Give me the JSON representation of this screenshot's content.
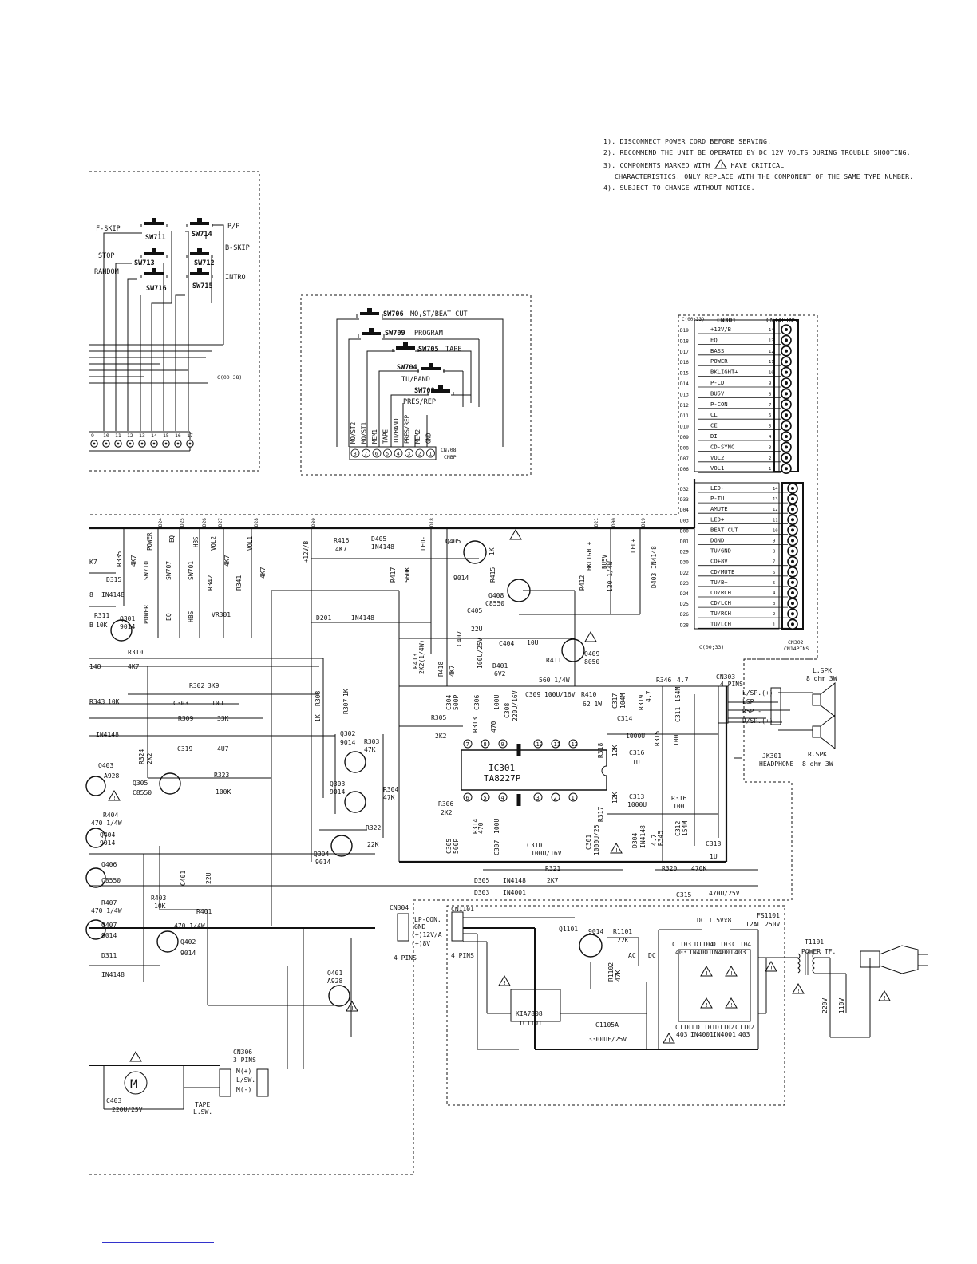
{
  "notes": [
    "1). DISCONNECT POWER CORD BEFORE SERVING.",
    "2). RECOMMEND THE UNIT BE OPERATED BY DC 12V VOLTS DURING TROUBLE SHOOTING.",
    "3). COMPONENTS MARKED WITH",
    "HAVE CRITICAL",
    "CHARACTERISTICS. ONLY REPLACE WITH THE COMPONENT OF THE SAME TYPE NUMBER.",
    "4). SUBJECT TO CHANGE WITHOUT NOTICE."
  ],
  "keypad1": {
    "labels": {
      "fskip": "F-SKIP",
      "pp": "P/P",
      "bskip": "B-SKIP",
      "stop": "STOP",
      "random": "RANDOM",
      "intro": "INTRO",
      "sw711": "SW711",
      "sw714": "SW714",
      "sw713": "SW713",
      "sw712": "SW712",
      "sw716": "SW716",
      "sw715": "SW715",
      "c00": "C(00;38)"
    },
    "pins": [
      "9",
      "10",
      "11",
      "12",
      "13",
      "14",
      "15",
      "16",
      "17"
    ]
  },
  "keypad2": {
    "sw706": "SW706",
    "sw706_fn": "MO,ST/BEAT CUT",
    "sw709": "SW709",
    "sw709_fn": "PROGRAM",
    "sw705": "SW705",
    "sw705_fn": "TAPE",
    "sw704": "SW704",
    "sw704_fn": "TU/BAND",
    "sw708": "SW708",
    "sw708_fn": "PRES/REP",
    "signals": [
      "MO/ST2",
      "MO/ST1",
      "MEM1",
      "TAPE",
      "TU/BAND",
      "PRES/REP",
      "MEM2",
      "GND"
    ],
    "pins": [
      "8",
      "7",
      "6",
      "5",
      "4",
      "3",
      "2",
      "1"
    ],
    "connector": "CN708",
    "connector_sub": "CNBP"
  },
  "cn301": {
    "title": "CN301",
    "sub": "CN14PINS",
    "c_top": "C(00;33)",
    "rows": [
      {
        "net": "D19",
        "name": "+12V/B",
        "pin": "14"
      },
      {
        "net": "D18",
        "name": "EQ",
        "pin": "13"
      },
      {
        "net": "D17",
        "name": "BASS",
        "pin": "12"
      },
      {
        "net": "D16",
        "name": "POWER",
        "pin": "11"
      },
      {
        "net": "D15",
        "name": "BKLIGHT+",
        "pin": "10"
      },
      {
        "net": "D14",
        "name": "P-CD",
        "pin": "9"
      },
      {
        "net": "D13",
        "name": "BU5V",
        "pin": "8"
      },
      {
        "net": "D12",
        "name": "P-CON",
        "pin": "7"
      },
      {
        "net": "D11",
        "name": "CL",
        "pin": "6"
      },
      {
        "net": "D10",
        "name": "CE",
        "pin": "5"
      },
      {
        "net": "D09",
        "name": "DI",
        "pin": "4"
      },
      {
        "net": "D08",
        "name": "CD-SYNC",
        "pin": "3"
      },
      {
        "net": "D07",
        "name": "VOL2",
        "pin": "2"
      },
      {
        "net": "D06",
        "name": "VOL1",
        "pin": "1"
      }
    ]
  },
  "cn302": {
    "title": "CN302",
    "sub": "CN14PINS",
    "c_bot": "C(00;33)",
    "rows": [
      {
        "net": "D32",
        "name": "LED-",
        "pin": "14"
      },
      {
        "net": "D33",
        "name": "P-TU",
        "pin": "13"
      },
      {
        "net": "D04",
        "name": "AMUTE",
        "pin": "12"
      },
      {
        "net": "D03",
        "name": "LED+",
        "pin": "11"
      },
      {
        "net": "D00",
        "name": "BEAT CUT",
        "pin": "10"
      },
      {
        "net": "D01",
        "name": "DGND",
        "pin": "9"
      },
      {
        "net": "D29",
        "name": "TU/GND",
        "pin": "8"
      },
      {
        "net": "D30",
        "name": "CD+8V",
        "pin": "7"
      },
      {
        "net": "D22",
        "name": "CD/MUTE",
        "pin": "6"
      },
      {
        "net": "D23",
        "name": "TU/B+",
        "pin": "5"
      },
      {
        "net": "D24",
        "name": "CD/RCH",
        "pin": "4"
      },
      {
        "net": "D25",
        "name": "CD/LCH",
        "pin": "3"
      },
      {
        "net": "D26",
        "name": "TU/RCH",
        "pin": "2"
      },
      {
        "net": "D28",
        "name": "TU/LCH",
        "pin": "1"
      }
    ]
  },
  "amp": {
    "ic": "IC301",
    "ic_part": "TA8227P",
    "ic_top_pins": [
      "7",
      "8",
      "9",
      "10",
      "11",
      "12"
    ],
    "ic_bot_pins": [
      "6",
      "5",
      "4",
      "3",
      "2",
      "1"
    ],
    "bus_nets": [
      "D24",
      "D25",
      "D26",
      "D27",
      "D28",
      "D30",
      "D18",
      "D21",
      "D00",
      "D19"
    ],
    "bus_names": {
      "power": "POWER",
      "eq": "EQ",
      "hbs": "HBS",
      "vol2": "VOL2",
      "vol1": "VOL1",
      "b12": "+12V/B",
      "ledm": "LED-",
      "bklight": "BKLIGHT+",
      "bu5v": "BU5V",
      "ledp": "LED+"
    },
    "parts": {
      "r335": "R335",
      "r335v": "4K7",
      "k7": "K7",
      "d315": "D315",
      "d315v": "IN4148",
      "r311": "R311",
      "r311v": "10K",
      "q301": "Q301",
      "q301v": "9014",
      "r310": "R310",
      "r310v": "4K7",
      "in148a": "148",
      "n8": "8",
      "b": "B",
      "sw710": "SW710",
      "sw707": "SW707",
      "sw701": "SW701",
      "power_s": "POWER",
      "eq_s": "EQ",
      "hbs_s": "HBS",
      "r342": "R342",
      "r342v": "4K7",
      "r341": "R341",
      "vr301": "VR301",
      "r341v": "4K7",
      "r416": "R416",
      "r416v": "4K7",
      "d405": "D405",
      "d405v": "IN4148",
      "r417": "R417",
      "r417v": "560K",
      "q405": "Q405",
      "q405v": "9014",
      "r415": "R415",
      "r415v": "1K",
      "q408": "Q408",
      "q408v": "C8550",
      "r412": "R412",
      "r412v": "120 1/4W",
      "d403": "D403 IN4148",
      "d201": "D201",
      "d201v": "IN4148",
      "c405": "C405",
      "c405v": "22U",
      "r413": "R413",
      "r413v": "2K2(1/4W)",
      "r418": "R418",
      "r418v": "4K7",
      "c407": "C407",
      "c407v": "100U/25V",
      "c404": "C404",
      "c404v": "10U",
      "d401": "D401",
      "d401v": "6V2",
      "r411": "R411",
      "r411v": "560 1/4W",
      "q409": "Q409",
      "q409v": "8050",
      "r302": "R302",
      "r302v": "3K9",
      "r343": "R343",
      "r343v": "10K",
      "c303": "C303",
      "c303v": "10U",
      "r309": "R309",
      "r309v": "33K",
      "in4148": "IN4148",
      "c319": "C319",
      "c319v": "4U7",
      "r308": "R308",
      "r308v": "1K",
      "r307": "R307",
      "r307v": "1K",
      "q302": "Q302",
      "q302v": "9014",
      "r303": "R303",
      "r303v": "47K",
      "q303": "Q303",
      "q303v": "9014",
      "r304": "R304",
      "r304v": "47K",
      "c304": "C304",
      "c304v": "500P",
      "c306": "C306",
      "c306v": "100U",
      "c308": "C308",
      "c308v": "220U/16V",
      "c309": "C309",
      "c309v": "100U/16V",
      "r410": "R410",
      "r410v": "62 1W",
      "r305": "R305",
      "r305v": "2K2",
      "r313": "R313",
      "r313v": "470",
      "r346": "R346",
      "r346v": "4.7",
      "c317": "C317",
      "c317v": "104M",
      "r319": "R319",
      "r319v": "4.7",
      "c311": "C311",
      "c311v": "154M",
      "c314": "C314",
      "c314v": "1000U",
      "r315": "R315",
      "r315v": "100",
      "r318": "R318",
      "r318v": "12K",
      "c316": "C316",
      "c316v": "1U",
      "r317": "R317",
      "r317v": "12K",
      "c313": "C313",
      "c313v": "1000U",
      "r316": "R316",
      "r316v": "100",
      "c312": "C312",
      "c312v": "154M",
      "r345": "R345",
      "r345v": "4.7",
      "d304": "D304",
      "d304v": "IN4148",
      "c318": "C318",
      "c318v": "1U",
      "c301": "C301",
      "c301v": "1000U/25",
      "r306": "R306",
      "r306v": "2K2",
      "c305": "C305",
      "c305v": "500P",
      "r314": "R314",
      "r314v": "470",
      "c307": "C307",
      "c307v": "100U",
      "c310": "C310",
      "c310v": "100U/16V",
      "r324": "R324",
      "r324v": "2K2",
      "q403": "Q403",
      "q403v": "A928",
      "q305": "Q305",
      "q305v": "C8550",
      "r323": "R323",
      "r323v": "100K",
      "r404": "R404",
      "r404v": "470 1/4W",
      "q404": "Q404",
      "q404v": "9014",
      "q304": "Q304",
      "q304v": "9014",
      "r322": "R322",
      "r322v": "22K",
      "r321": "R321",
      "r321v": "2K7",
      "d305": "D305",
      "d305v": "IN4148",
      "d303": "D303",
      "d303v": "IN4001",
      "r320": "R320",
      "r320v": "470K",
      "c315": "C315",
      "c315v": "470U/25V",
      "q406": "Q406",
      "q406v": "C8550",
      "c401": "C401",
      "c401v": "22U",
      "r407": "R407",
      "r407v": "470 1/4W",
      "r403": "R403",
      "r403v": "10K",
      "r401": "R401",
      "r401v": "470 1/4W",
      "q407": "Q407",
      "q407v": "9014",
      "q402": "Q402",
      "q402v": "9014",
      "d311": "D311",
      "d311v": "IN4148",
      "q401": "Q401",
      "q401v": "A928",
      "cn306": "CN306",
      "cn306v": "3 PINS",
      "m_plus": "M(+)",
      "lsw": "L/SW.",
      "m_minus": "M(-)",
      "tape_lsw": "TAPE",
      "tape_lsw2": "L.SW.",
      "c403": "C403",
      "c403v": "220U/25V",
      "motor": "M"
    }
  },
  "speaker": {
    "cn303": "CN303",
    "cn303v": "4 PINS",
    "lsp_p": "L/SP.(+)",
    "lsp_m": "LSP -",
    "rsp_m": "RSP -",
    "rsp_p": "R/SP.(+)",
    "lspk": "L.SPK",
    "lspk_v": "8 ohm 3W",
    "rspk": "R.SPK",
    "rspk_v": "8 ohm 3W",
    "jk301": "JK301",
    "headphone": "HEADPHONE"
  },
  "power": {
    "cn304": "CN304",
    "lpcon": "LP-CON.",
    "gnd": "GND",
    "v12": "(+)12V/A",
    "v8": "(+)8V",
    "pins4": "4 PINS",
    "cn1101": "CN1101",
    "cn1101v": "4 PINS",
    "q1101": "Q1101",
    "q1101v": "9014",
    "r1101": "R1101",
    "r1101v": "22K",
    "r1102": "R1102",
    "r1102v": "47K",
    "ac": "AC",
    "dc": "DC",
    "dcbat": "DC  1.5Vx8",
    "fs1101": "FS1101",
    "fs1101v": "T2AL  250V",
    "ic1101": "IC1101",
    "kia": "KIA7808",
    "c1105a": "C1105A",
    "c1105av": "3300UF/25V",
    "c1103": "C1103",
    "d1104": "D1104",
    "d1103": "D1103",
    "c1104": "C1104",
    "v403": "403",
    "in4001": "IN4001",
    "c1101": "C1101",
    "d1101": "D1101",
    "d1102": "D1102",
    "c1102": "C1102",
    "t1101": "T1101",
    "t1101v": "POWER   TF.",
    "v220": "220V",
    "v110": "110V"
  }
}
